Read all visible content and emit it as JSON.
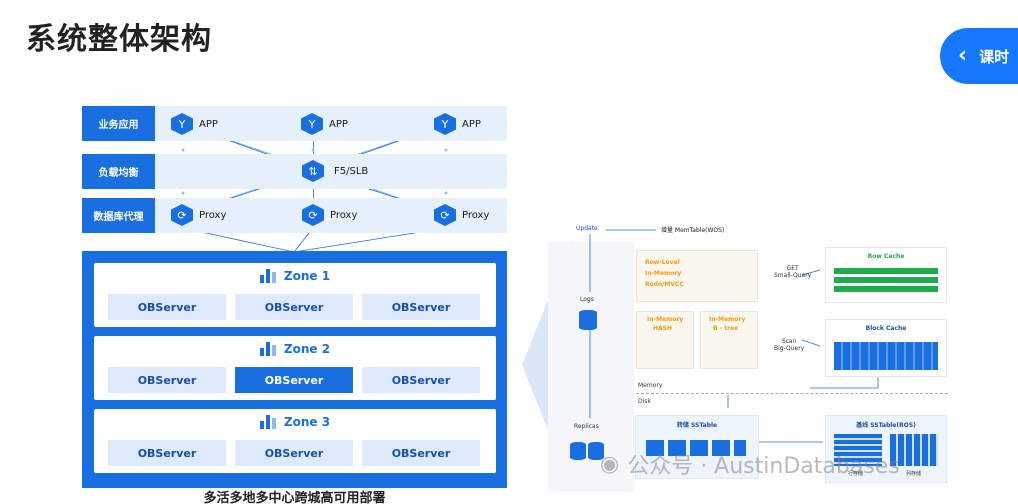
{
  "title": "系统整体架构",
  "tab": {
    "label": "课时"
  },
  "rows": {
    "app_label": "业务应用",
    "lb_label": "负载均衡",
    "proxy_label": "数据库代理"
  },
  "nodes": {
    "app": "APP",
    "slb": "F5/SLB",
    "proxy": "Proxy"
  },
  "zones": [
    {
      "name": "Zone 1",
      "servers": [
        "OBServer",
        "OBServer",
        "OBServer"
      ]
    },
    {
      "name": "Zone 2",
      "servers": [
        "OBServer",
        "OBServer",
        "OBServer"
      ]
    },
    {
      "name": "Zone 3",
      "servers": [
        "OBServer",
        "OBServer",
        "OBServer"
      ]
    }
  ],
  "caption": "多活多地多中心跨城高可用部署",
  "storage": {
    "update": "Update",
    "memtable": "增量 MemTable(WOS)",
    "logs": "Logs",
    "replicas": "Replicas",
    "row_level": [
      "Row-Level",
      "In-Memory",
      "Redo/MVCC"
    ],
    "hash": [
      "In-Memory",
      "HASH"
    ],
    "btree": [
      "In-Memory",
      "B - tree"
    ],
    "get": [
      "GET",
      "Small-Query"
    ],
    "scan": [
      "Scan",
      "Big-Query"
    ],
    "row_cache": "Row Cache",
    "block_cache": "Block Cache",
    "memory": "Memory",
    "disk": "Disk",
    "inc_sstable": "转储 SSTable",
    "base_sstable": "基线 SSTable(ROS)",
    "row_store": "行存储",
    "col_store": "列存储"
  },
  "watermark": {
    "text": "公众号 · AustinDatabases"
  },
  "colors": {
    "primary": "#1a6fe0",
    "green": "#1faa4b",
    "orange": "#f39c12"
  }
}
